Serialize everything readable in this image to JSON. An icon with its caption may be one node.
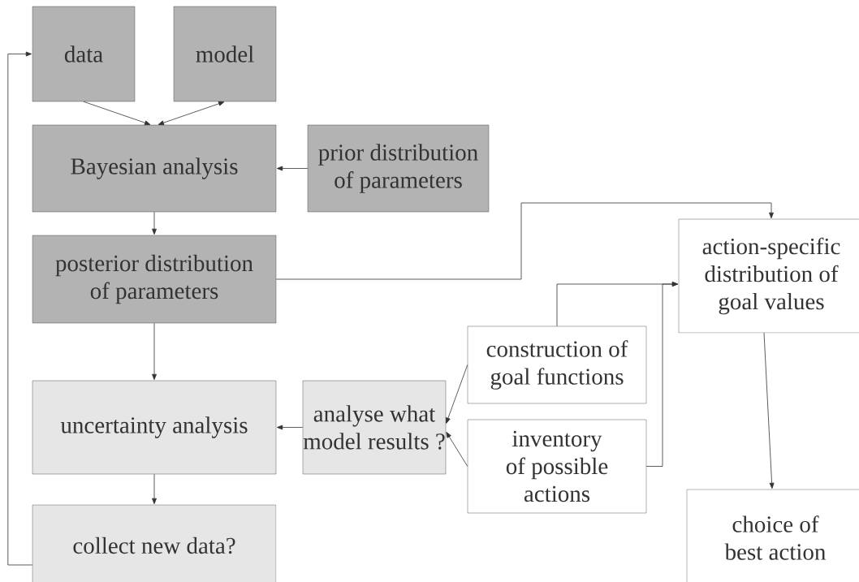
{
  "diagram": {
    "nodes": [
      {
        "text": [
          "data"
        ]
      },
      {
        "text": [
          "model"
        ]
      },
      {
        "text": [
          "Bayesian analysis"
        ]
      },
      {
        "text": [
          "prior distribution of parameters"
        ]
      },
      {
        "text": [
          "posterior distribution of parameters"
        ]
      },
      {
        "text": [
          "action-specific distribution of goal values"
        ]
      },
      {
        "text": [
          "construction of goal functions"
        ]
      },
      {
        "text": [
          "analyse what model results ?"
        ]
      },
      {
        "text": [
          "uncertainty analysis"
        ]
      },
      {
        "text": [
          "inventory of possible actions"
        ]
      },
      {
        "text": [
          "collect new data?"
        ]
      },
      {
        "text": [
          "choice of best action"
        ]
      }
    ],
    "edges": [
      {
        "from": 0,
        "to": 2,
        "arrow": "to"
      },
      {
        "from": 1,
        "to": 2,
        "arrow": "both"
      },
      {
        "from": 3,
        "to": 2,
        "arrow": "to"
      },
      {
        "from": 2,
        "to": 4,
        "arrow": "to"
      },
      {
        "from": 4,
        "to": 5,
        "arrow": "to"
      },
      {
        "from": 4,
        "to": 8,
        "arrow": "to"
      },
      {
        "from": 6,
        "to": 5,
        "arrow": "to"
      },
      {
        "from": 9,
        "to": 5,
        "arrow": "to"
      },
      {
        "from": 6,
        "to": 7,
        "arrow": "to"
      },
      {
        "from": 9,
        "to": 7,
        "arrow": "to"
      },
      {
        "from": 7,
        "to": 8,
        "arrow": "to"
      },
      {
        "from": 8,
        "to": 10,
        "arrow": "to"
      },
      {
        "from": 10,
        "to": 0,
        "arrow": "to"
      },
      {
        "from": 5,
        "to": 11,
        "arrow": "to"
      }
    ]
  }
}
